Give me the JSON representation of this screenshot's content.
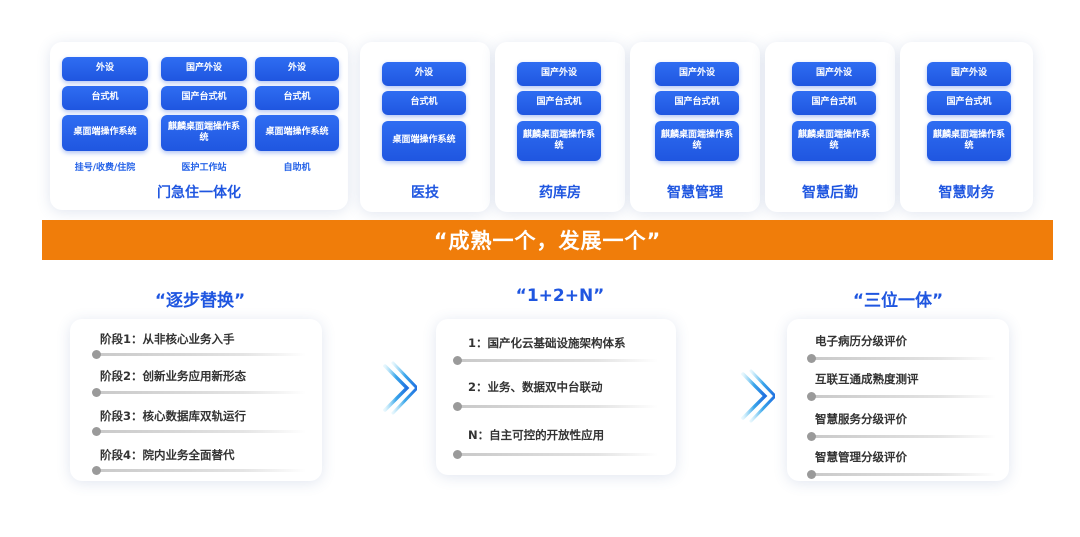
{
  "top": {
    "first_card": {
      "title": "门急住一体化",
      "columns": [
        {
          "chips": [
            "外设",
            "台式机",
            "桌面端操作系统"
          ],
          "caption": "挂号/收费/住院"
        },
        {
          "chips": [
            "国产外设",
            "国产台式机",
            "麒麟桌面端操作系统"
          ],
          "caption": "医护工作站"
        },
        {
          "chips": [
            "外设",
            "台式机",
            "桌面端操作系统"
          ],
          "caption": "自助机"
        }
      ]
    },
    "cards": [
      {
        "title": "医技",
        "chips": [
          "外设",
          "台式机",
          "桌面端操作系统"
        ]
      },
      {
        "title": "药库房",
        "chips": [
          "国产外设",
          "国产台式机",
          "麒麟桌面端操作系统"
        ]
      },
      {
        "title": "智慧管理",
        "chips": [
          "国产外设",
          "国产台式机",
          "麒麟桌面端操作系统"
        ]
      },
      {
        "title": "智慧后勤",
        "chips": [
          "国产外设",
          "国产台式机",
          "麒麟桌面端操作系统"
        ]
      },
      {
        "title": "智慧财务",
        "chips": [
          "国产外设",
          "国产台式机",
          "麒麟桌面端操作系统"
        ]
      }
    ]
  },
  "banner": "“成熟一个，发展一个”",
  "sections": [
    {
      "heading": "“逐步替换”",
      "items": [
        "阶段1：从非核心业务入手",
        "阶段2：创新业务应用新形态",
        "阶段3：核心数据库双轨运行",
        "阶段4：院内业务全面替代"
      ]
    },
    {
      "heading": "“1+2+N”",
      "items": [
        "1：国产化云基础设施架构体系",
        "2：业务、数据双中台联动",
        "N：自主可控的开放性应用"
      ]
    },
    {
      "heading": "“三位一体”",
      "items": [
        "电子病历分级评价",
        "互联互通成熟度测评",
        "智慧服务分级评价",
        "智慧管理分级评价"
      ]
    }
  ],
  "colors": {
    "primary_blue": "#1f56e0",
    "banner_orange": "#f07d0a"
  },
  "icons": [
    "double-chevron-arrow-icon"
  ]
}
